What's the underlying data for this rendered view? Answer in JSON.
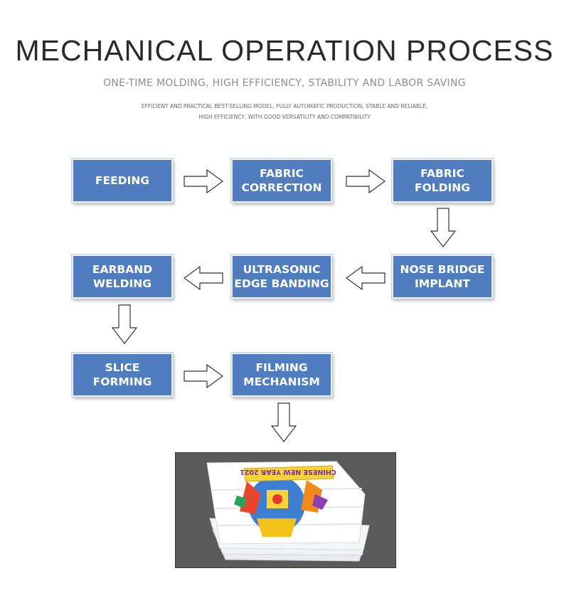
{
  "header": {
    "title": "MECHANICAL OPERATION PROCESS",
    "subtitle": "ONE-TIME MOLDING, HIGH EFFICIENCY, STABILITY AND LABOR SAVING",
    "description_line1": "EFFICIENT AND PRACTICAL BEST-SELLING MODEL, FULLY AUTOMATIC PRODUCTION, STABLE AND RELIABLE,",
    "description_line2": "HIGH EFFICIENCY, WITH GOOD VERSATILITY AND COMPATIBILITY"
  },
  "steps": {
    "feeding": "FEEDING",
    "fabric_correction": "FABRIC\nCORRECTION",
    "fabric_folding": "FABRIC\nFOLDING",
    "nose_bridge_implant": "NOSE BRIDGE\nIMPLANT",
    "ultrasonic_edge_banding": "ULTRASONIC\nEDGE BANDING",
    "earband_welding": "EARBAND\nWELDING",
    "slice_forming": "SLICE\nFORMING",
    "filming_mechanism": "FILMING\nMECHANISM"
  },
  "product_image": {
    "mask_print_text": "CHINESE NEW YEAR 2021"
  },
  "colors": {
    "step_fill": "#4f7dc0",
    "title_text": "#2a2a2a",
    "subtitle_text": "#8e8e8e"
  }
}
